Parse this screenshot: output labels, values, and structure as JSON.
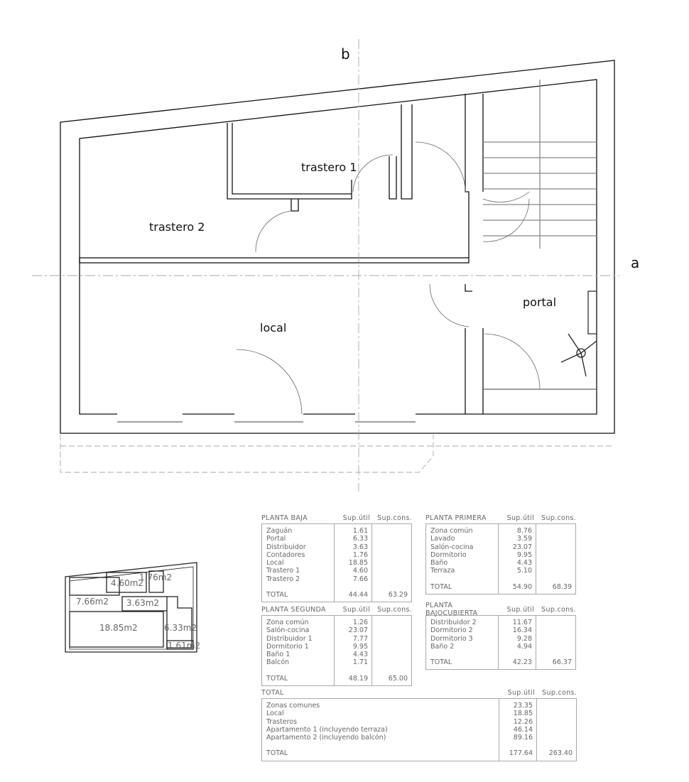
{
  "plan": {
    "section_b": "b",
    "section_a": "a",
    "rooms": [
      "trastero 1",
      "trastero 2",
      "local",
      "portal"
    ]
  },
  "key_plan": {
    "areas": [
      "4.60m2",
      "1.76m2",
      "7.66m2",
      "3.63m2",
      "18.85m2",
      "6.33m2",
      "1.61m2"
    ]
  },
  "tables": [
    {
      "title": "PLANTA BAJA",
      "col1": "Sup.útil",
      "col2": "Sup.cons.",
      "rows": [
        "Zaguán",
        "Portal",
        "Distribuidor",
        "Contadores",
        "Local",
        "Trastero 1",
        "Trastero 2"
      ],
      "values": [
        "1.61",
        "6.33",
        "3.63",
        "1.76",
        "18.85",
        "4.60",
        "7.66"
      ],
      "total_label": "TOTAL",
      "total_util": "44.44",
      "total_cons": "63.29"
    },
    {
      "title": "PLANTA PRIMERA",
      "col1": "Sup.útil",
      "col2": "Sup.cons.",
      "rows": [
        "Zona común",
        "Lavado",
        "Salón-cocina",
        "Dormitorio",
        "Baño",
        "Terraza"
      ],
      "values": [
        "8.76",
        "3.59",
        "23.07",
        "9.95",
        "4.43",
        "5.10"
      ],
      "total_label": "TOTAL",
      "total_util": "54.90",
      "total_cons": "68.39"
    },
    {
      "title": "PLANTA SEGUNDA",
      "col1": "Sup.útil",
      "col2": "Sup.cons.",
      "rows": [
        "Zona común",
        "Salón-cocina",
        "Distribuidor 1",
        "Dormitorio 1",
        "Baño 1",
        "Balcón"
      ],
      "values": [
        "1.26",
        "23.07",
        "7.77",
        "9.95",
        "4.43",
        "1.71"
      ],
      "total_label": "TOTAL",
      "total_util": "48.19",
      "total_cons": "65.00"
    },
    {
      "title": "PLANTA BAJOCUBIERTA",
      "col1": "Sup.útil",
      "col2": "Sup.cons.",
      "rows": [
        "Distribuidor 2",
        "Dormitorio 2",
        "Dormitorio 3",
        "Baño 2"
      ],
      "values": [
        "11.67",
        "16.34",
        "9.28",
        "4.94"
      ],
      "total_label": "TOTAL",
      "total_util": "42.23",
      "total_cons": "66.37"
    },
    {
      "title": "TOTAL",
      "col1": "Sup.útil",
      "col2": "Sup.cons.",
      "rows": [
        "Zonas comunes",
        "Local",
        "Trasteros",
        "Apartamento 1 (incluyendo terraza)",
        "Apartamento 2 (incluyendo balcón)"
      ],
      "values": [
        "23.35",
        "18.85",
        "12.26",
        "46.14",
        "89.16"
      ],
      "total_label": "TOTAL",
      "total_util": "177.64",
      "total_cons": "263.40"
    }
  ]
}
